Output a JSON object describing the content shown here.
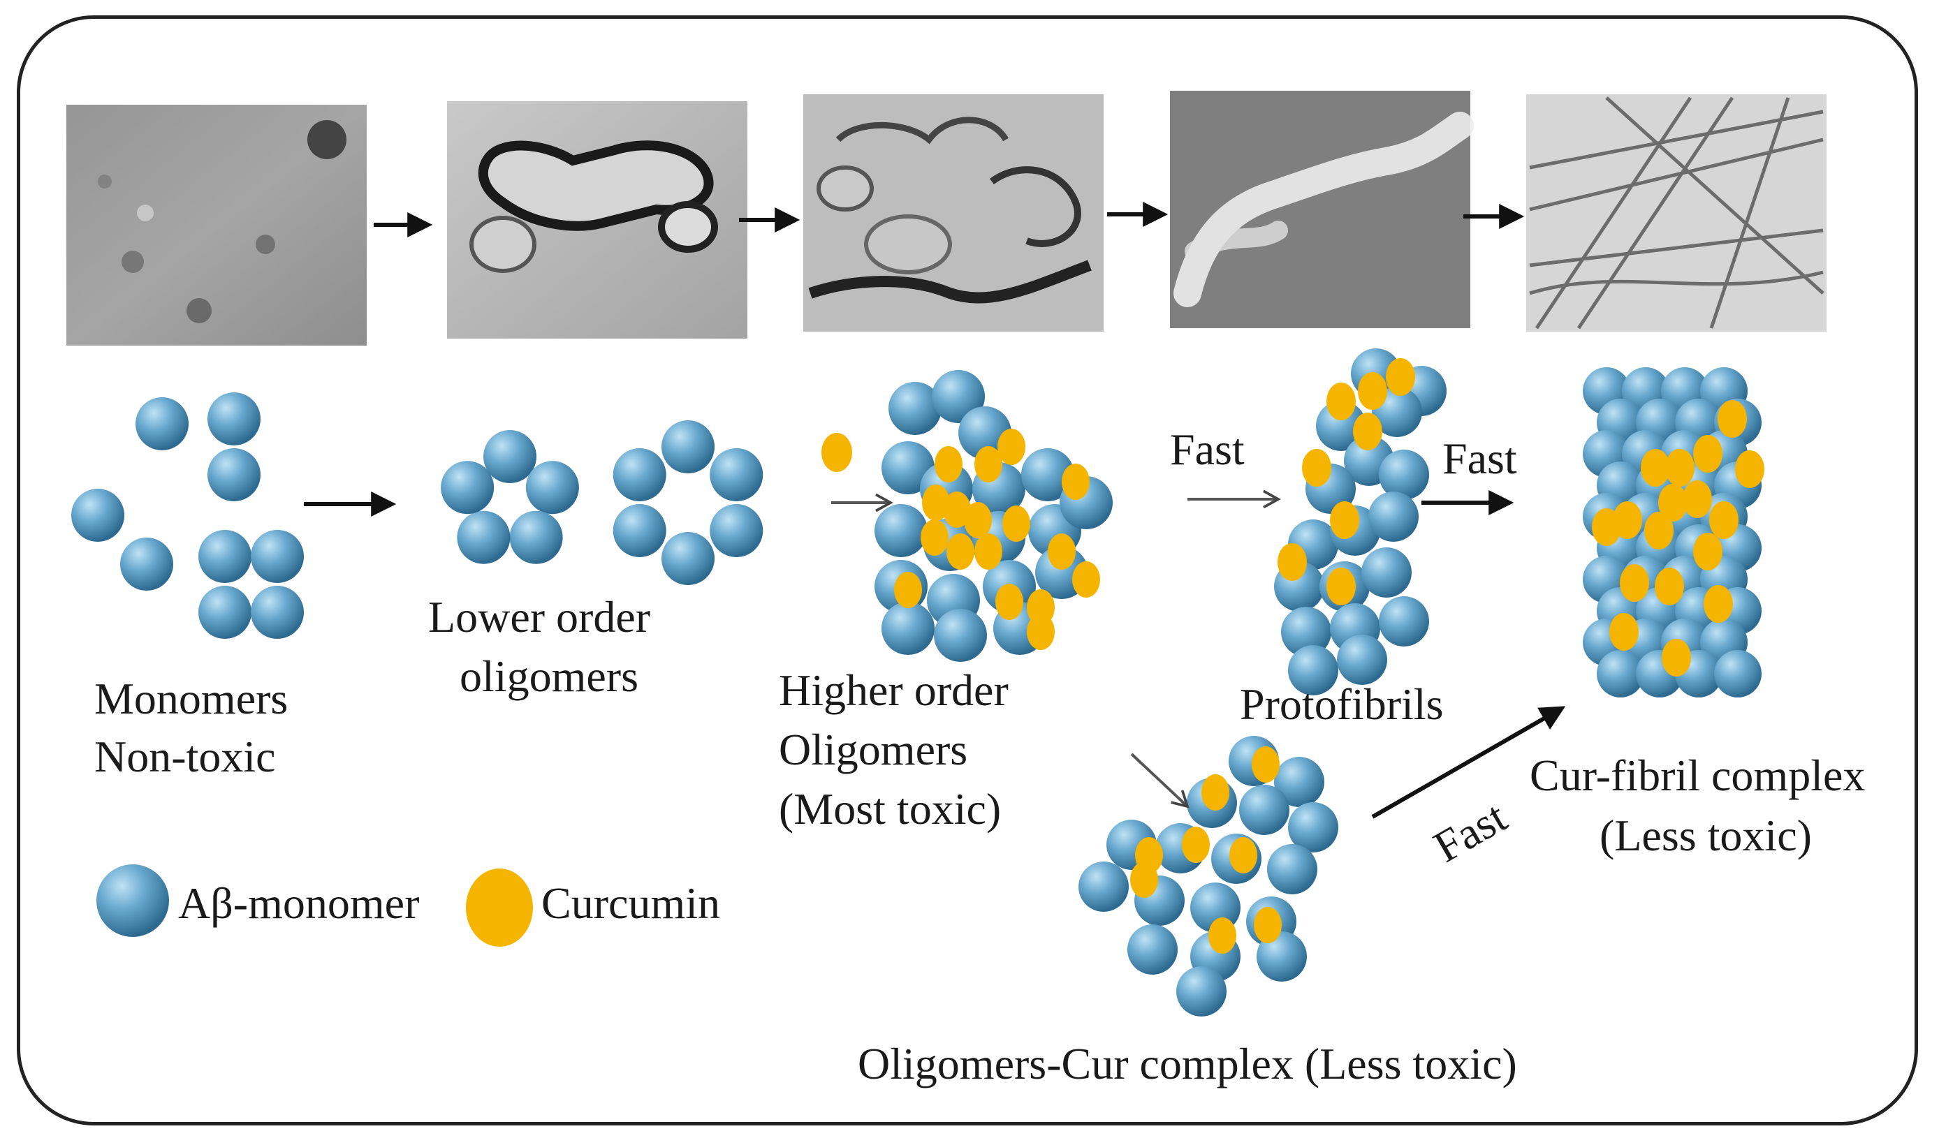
{
  "stages": {
    "monomers": {
      "line1": "Monomers",
      "line2": "Non-toxic"
    },
    "lower_oligomers": {
      "line1": "Lower order",
      "line2": "oligomers"
    },
    "higher_oligomers": {
      "line1": "Higher order",
      "line2": "Oligomers",
      "line3": "(Most toxic)"
    },
    "protofibrils": {
      "label": "Protofibrils"
    },
    "cur_fibril": {
      "line1": "Cur-fibril complex",
      "line2": "(Less toxic)"
    },
    "oligomer_cur": {
      "label": "Oligomers-Cur complex (Less toxic)"
    }
  },
  "rates": {
    "fast_1": "Fast",
    "fast_2": "Fast",
    "fast_3": "Fast"
  },
  "legend": {
    "monomer": "Aβ-monomer",
    "curcumin": "Curcumin"
  },
  "colors": {
    "monomer": "#5c9ec2",
    "monomer_highlight": "#a9d3ec",
    "monomer_shadow": "#2f6f96",
    "curcumin": "#f5b400",
    "arrow": "#111111",
    "frame": "#222222"
  },
  "micrographs": [
    "monomers-tem",
    "lower-oligomers-tem",
    "higher-oligomers-tem",
    "protofibrils-tem",
    "fibrils-tem"
  ]
}
